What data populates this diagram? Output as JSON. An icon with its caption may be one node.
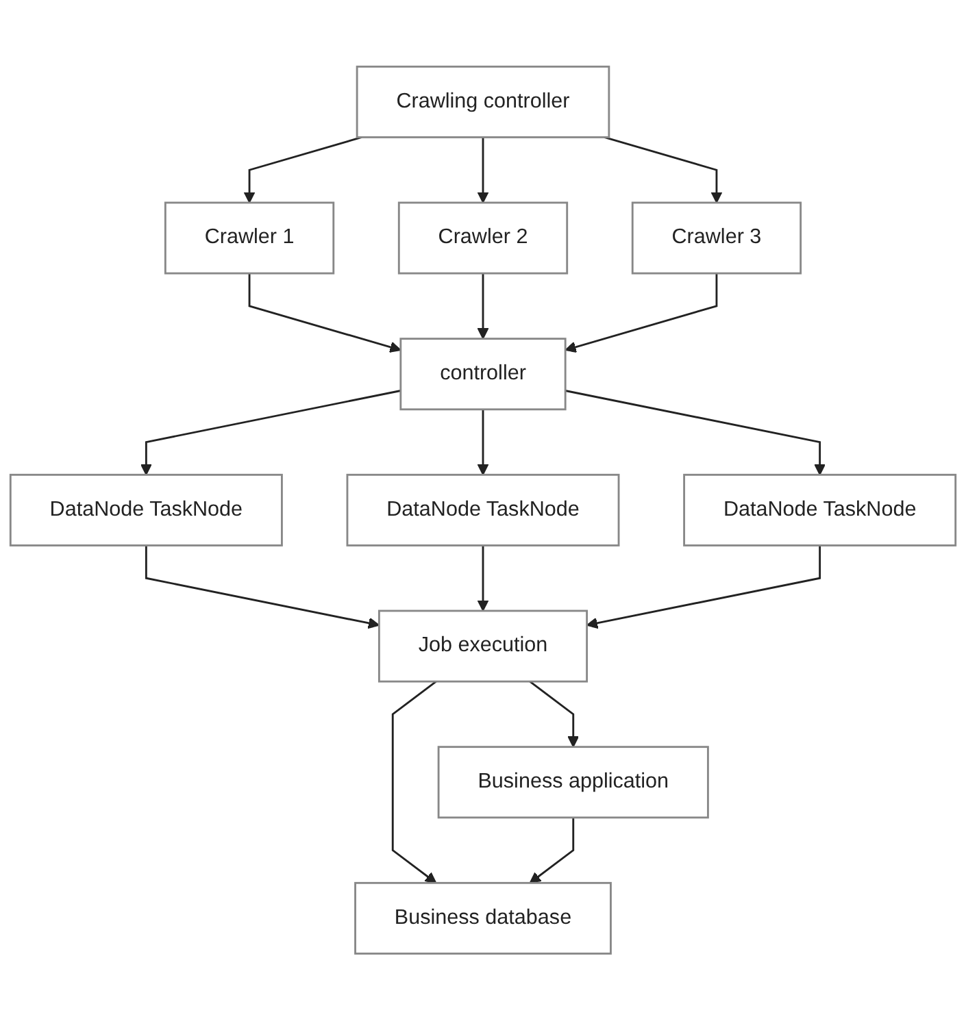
{
  "diagram": {
    "nodes": [
      {
        "text": [
          "Crawling controller"
        ]
      },
      {
        "text": [
          "Crawler 1"
        ]
      },
      {
        "text": [
          "Crawler 2"
        ]
      },
      {
        "text": [
          "Crawler 3"
        ]
      },
      {
        "text": [
          "controller"
        ]
      },
      {
        "text": [
          "DataNode TaskNode"
        ]
      },
      {
        "text": [
          "DataNode TaskNode"
        ]
      },
      {
        "text": [
          "DataNode TaskNode"
        ]
      },
      {
        "text": [
          "Job execution"
        ]
      },
      {
        "text": [
          "Business database"
        ]
      },
      {
        "text": [
          "Business application"
        ]
      }
    ],
    "edges": [
      {
        "from": 0,
        "to": 1,
        "arrow": "to"
      },
      {
        "from": 0,
        "to": 2,
        "arrow": "to"
      },
      {
        "from": 0,
        "to": 3,
        "arrow": "to"
      },
      {
        "from": 1,
        "to": 4,
        "arrow": "to"
      },
      {
        "from": 2,
        "to": 4,
        "arrow": "to"
      },
      {
        "from": 3,
        "to": 4,
        "arrow": "to"
      },
      {
        "from": 4,
        "to": 5,
        "arrow": "to"
      },
      {
        "from": 4,
        "to": 6,
        "arrow": "to"
      },
      {
        "from": 4,
        "to": 7,
        "arrow": "to"
      },
      {
        "from": 5,
        "to": 8,
        "arrow": "to"
      },
      {
        "from": 6,
        "to": 8,
        "arrow": "to"
      },
      {
        "from": 7,
        "to": 8,
        "arrow": "to"
      },
      {
        "from": 8,
        "to": 10,
        "arrow": "to"
      },
      {
        "from": 8,
        "to": 9,
        "arrow": "to"
      },
      {
        "from": 10,
        "to": 9,
        "arrow": "to"
      }
    ]
  }
}
